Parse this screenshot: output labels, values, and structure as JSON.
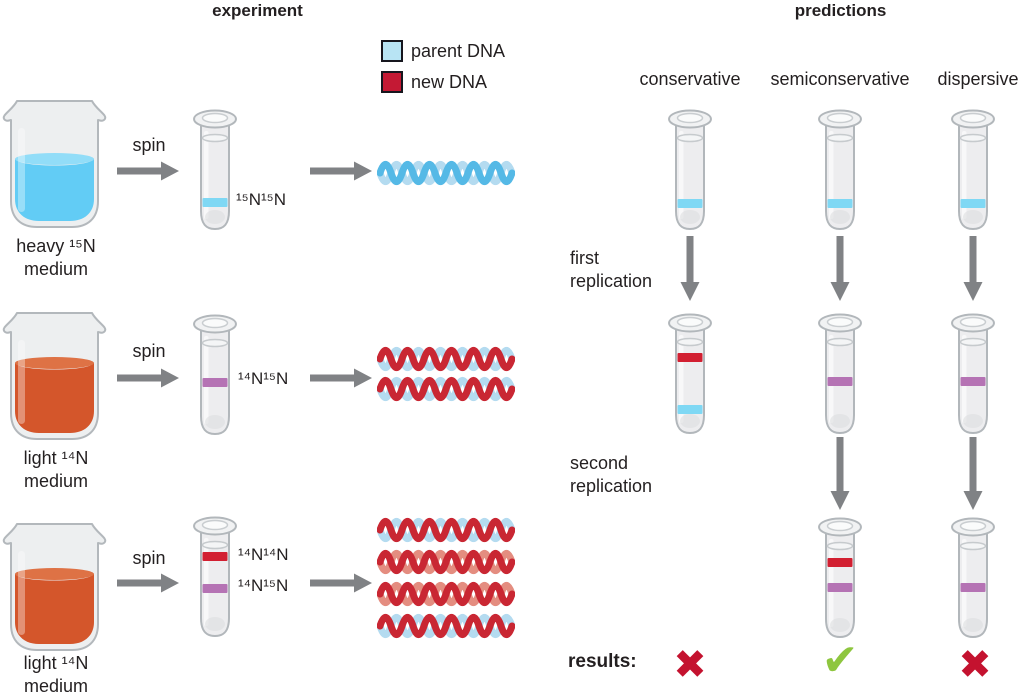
{
  "colors": {
    "text": "#231f20",
    "arrow": "#808285",
    "legend_border": "#16161e",
    "parent_dna": "#b8e4f4",
    "new_dna": "#c41934",
    "band_blue": "#7fd8f4",
    "band_purple": "#b573b4",
    "band_red": "#d21f31",
    "medium_heavy_blue": "#62ccf5",
    "medium_heavy_blue_surface": "#92ddf8",
    "medium_light_orange": "#d4562b",
    "medium_light_orange_surface": "#de7245",
    "helix_blue_dark": "#55b9e6",
    "helix_blue_light": "#b4dbf0",
    "helix_red_dark": "#c92733",
    "helix_red_light": "#e48d80",
    "check_green": "#8ec63f",
    "cross_red": "#c4122f"
  },
  "experiment": {
    "title": "experiment",
    "legend": [
      {
        "label": "parent DNA",
        "swatch_color": "#b8e4f4"
      },
      {
        "label": "new DNA",
        "swatch_color": "#c41934"
      }
    ],
    "rows": [
      {
        "medium_line1": "heavy ¹⁵N",
        "medium_line2": "medium",
        "spin": "spin",
        "bands": [
          "¹⁵N¹⁵N"
        ],
        "dna_products": [
          "parent"
        ]
      },
      {
        "medium_line1": "light ¹⁴N",
        "medium_line2": "medium",
        "spin": "spin",
        "bands": [
          "¹⁴N¹⁵N"
        ],
        "dna_products": [
          "hybrid",
          "hybrid"
        ]
      },
      {
        "medium_line1": "light ¹⁴N",
        "medium_line2": "medium",
        "spin": "spin",
        "bands": [
          "¹⁴N¹⁴N",
          "¹⁴N¹⁵N"
        ],
        "dna_products": [
          "hybrid",
          "new",
          "new",
          "hybrid"
        ]
      }
    ]
  },
  "predictions": {
    "title": "predictions",
    "columns": [
      "conservative",
      "semiconservative",
      "dispersive"
    ],
    "first_replication": {
      "line1": "first",
      "line2": "replication"
    },
    "second_replication": {
      "line1": "second",
      "line2": "replication"
    },
    "results_label": "results:",
    "results": [
      {
        "column": "conservative",
        "mark": "✖",
        "outcome": "rejected"
      },
      {
        "column": "semiconservative",
        "mark": "✔",
        "outcome": "supported"
      },
      {
        "column": "dispersive",
        "mark": "✖",
        "outcome": "rejected"
      }
    ]
  }
}
